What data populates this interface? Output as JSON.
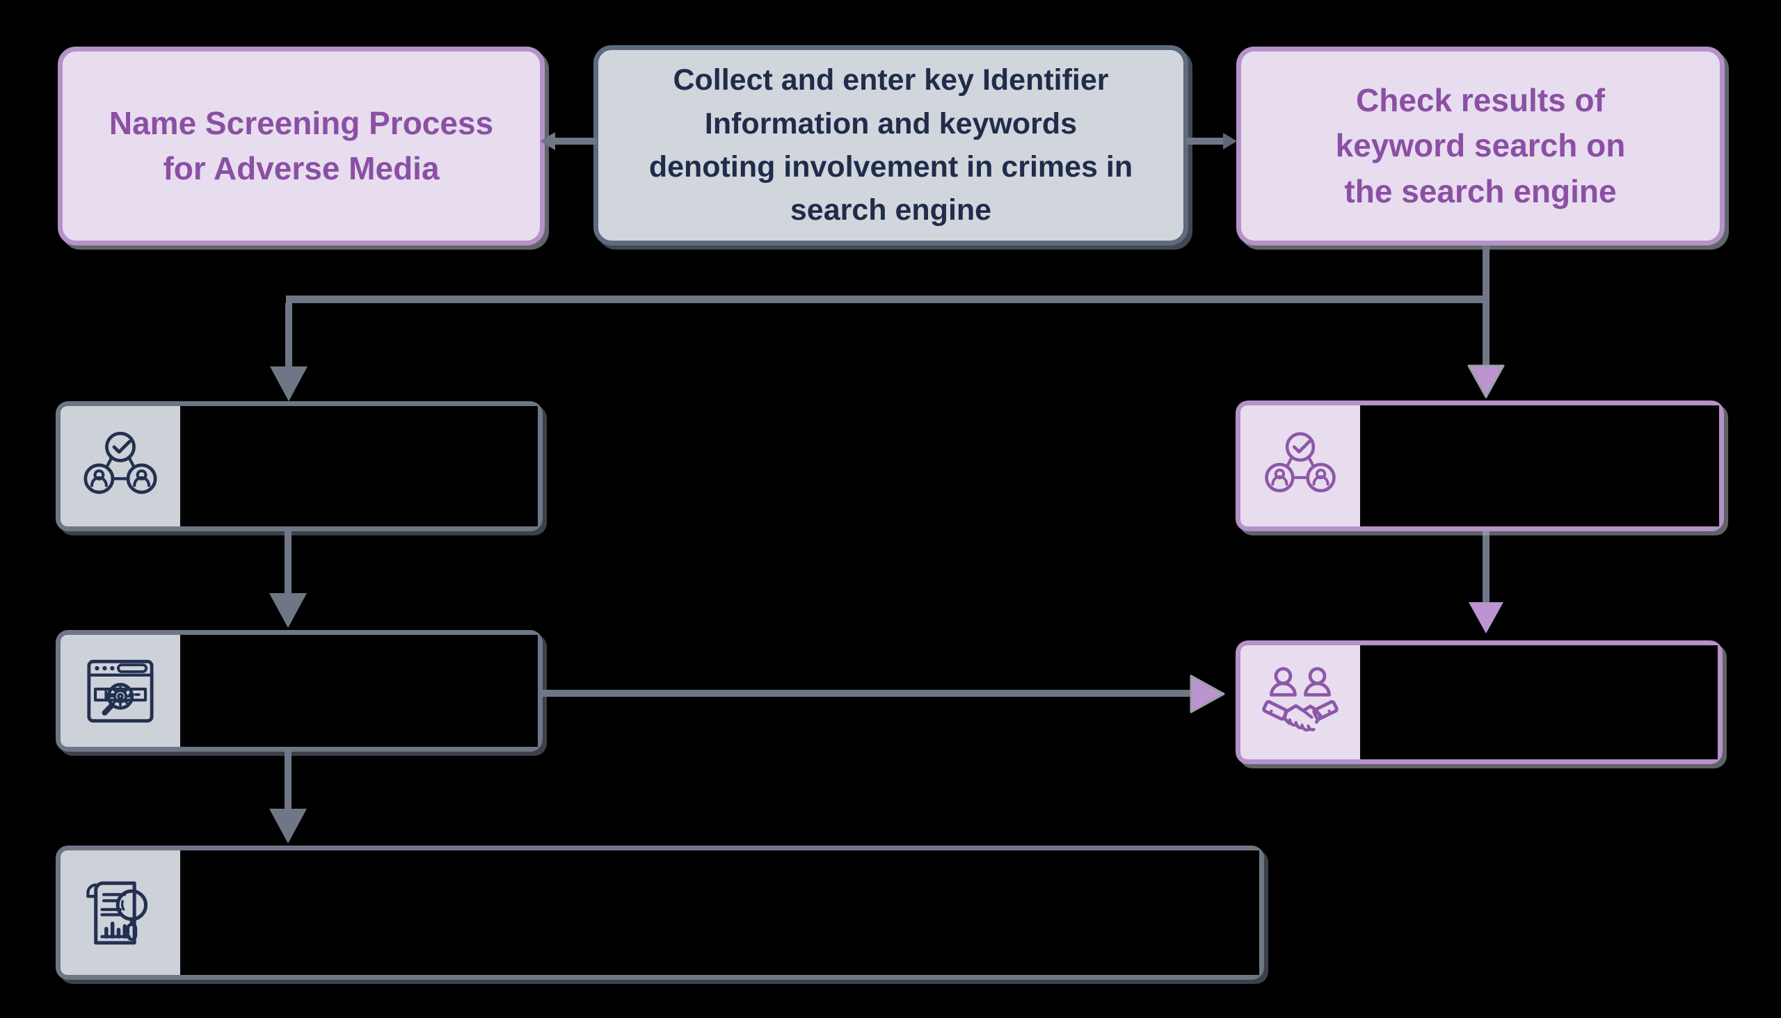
{
  "palette": {
    "bg": "#000000",
    "lavender": "#e7ddef",
    "purple_border": "#b592c8",
    "purple_text": "#8b4fa4",
    "purple_icon": "#8d57a8",
    "arrow_purple": "#bd93d0",
    "gray_fill": "#d1d6dd",
    "grayblue_border": "#5d6b7e",
    "navy": "#202c4a",
    "tile_fill": "#cdd2d9",
    "icon_navy": "#243052",
    "line_gray": "#6f7787",
    "line_gray_dark": "#5f6878",
    "step_border_gray": "#6f7787"
  },
  "diagram": {
    "title_node": {
      "label": "Name Screening Process\nfor Adverse Media"
    },
    "collect_node": {
      "label": "Collect and enter key Identifier\nInformation and keywords\ndenoting involvement in crimes in\nsearch engine"
    },
    "check_node": {
      "label": "Check results of\nkeyword search on\nthe search engine"
    },
    "steps": [
      {
        "id": "left-step-1",
        "icon": "people-verification-icon",
        "color": "gray",
        "label": ""
      },
      {
        "id": "left-step-2",
        "icon": "search-engine-settings-icon",
        "color": "gray",
        "label": ""
      },
      {
        "id": "left-step-3",
        "icon": "report-analysis-icon",
        "color": "gray",
        "label": ""
      },
      {
        "id": "right-step-1",
        "icon": "people-verification-icon",
        "color": "purple",
        "label": ""
      },
      {
        "id": "right-step-2",
        "icon": "partnership-handshake-icon",
        "color": "purple",
        "label": ""
      }
    ]
  }
}
